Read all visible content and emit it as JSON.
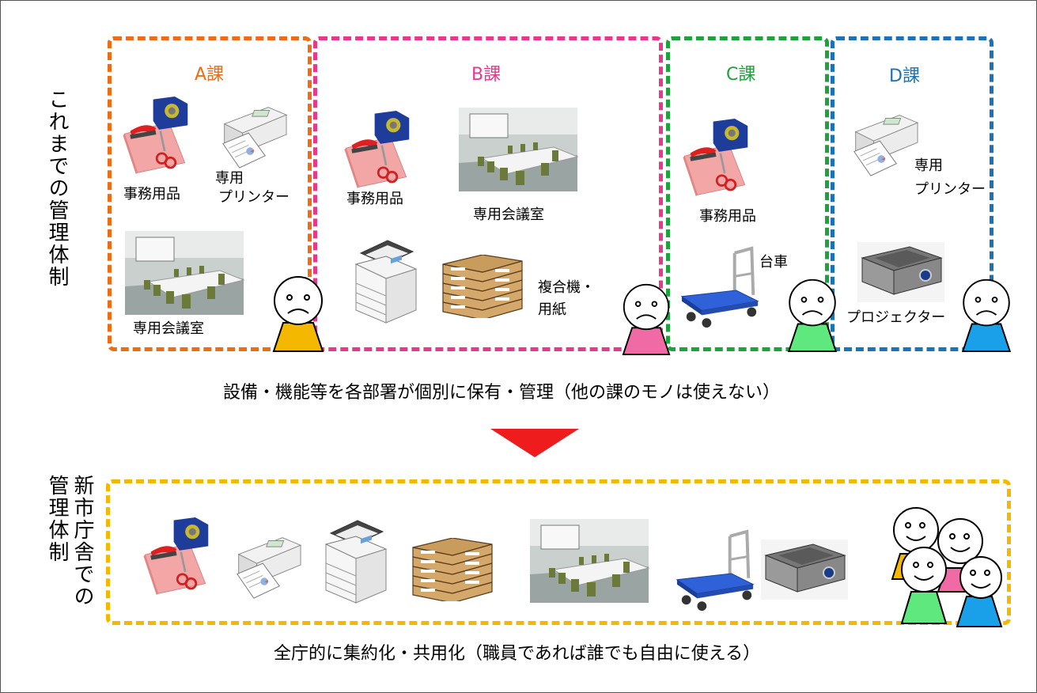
{
  "before": {
    "side_label": "これまでの管理体制",
    "departments": [
      {
        "title": "A課",
        "color": "#ee6c14"
      },
      {
        "title": "B課",
        "color": "#e8388b"
      },
      {
        "title": "C課",
        "color": "#1ca33a"
      },
      {
        "title": "D課",
        "color": "#1a72b8"
      }
    ],
    "labels": {
      "office_supplies": "事務用品",
      "dedicated": "専用",
      "printer": "プリンター",
      "dedicated_meeting_room": "専用会議室",
      "copier_line1": "複合機・",
      "copier_line2": "用紙",
      "cart": "台車",
      "projector": "プロジェクター"
    },
    "caption": "設備・機能等を各部署が個別に保有・管理（他の課のモノは使えない）"
  },
  "after": {
    "side_label_col1": "新市庁舎での",
    "side_label_col2": "管理体制",
    "border_color": "#f5b800",
    "caption": "全庁的に集約化・共用化（職員であれば誰でも自由に使える）"
  },
  "arrow_color": "#ee1c1c",
  "people_colors": {
    "a": "#f5b800",
    "b": "#f06aa6",
    "c": "#5ee87e",
    "d": "#1aa0e8"
  }
}
